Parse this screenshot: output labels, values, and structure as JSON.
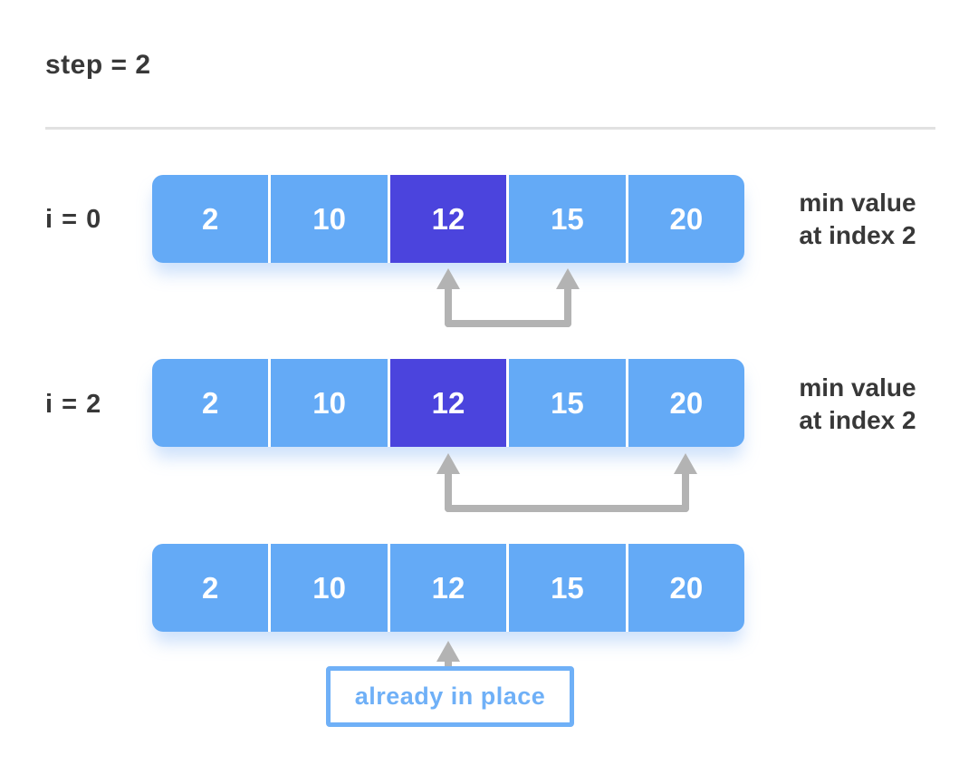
{
  "title": "step = 2",
  "colors": {
    "cell_blue": "#64aaf6",
    "cell_highlight": "#4b44dd",
    "arrow_gray": "#b3b3b3",
    "text_dark": "#383838",
    "note_blue": "#6fb0f7",
    "divider": "#e1e1e1"
  },
  "rows": [
    {
      "label": "i = 0",
      "cells": [
        {
          "value": "2",
          "highlight": false
        },
        {
          "value": "10",
          "highlight": false
        },
        {
          "value": "12",
          "highlight": true
        },
        {
          "value": "15",
          "highlight": false
        },
        {
          "value": "20",
          "highlight": false
        }
      ],
      "annotation_line1": "min value",
      "annotation_line2": "at index 2",
      "compare": {
        "from_index": 2,
        "to_index": 3
      }
    },
    {
      "label": "i = 2",
      "cells": [
        {
          "value": "2",
          "highlight": false
        },
        {
          "value": "10",
          "highlight": false
        },
        {
          "value": "12",
          "highlight": true
        },
        {
          "value": "15",
          "highlight": false
        },
        {
          "value": "20",
          "highlight": false
        }
      ],
      "annotation_line1": "min value",
      "annotation_line2": "at index 2",
      "compare": {
        "from_index": 2,
        "to_index": 4
      }
    },
    {
      "label": "",
      "cells": [
        {
          "value": "2",
          "highlight": false
        },
        {
          "value": "10",
          "highlight": false
        },
        {
          "value": "12",
          "highlight": false
        },
        {
          "value": "15",
          "highlight": false
        },
        {
          "value": "20",
          "highlight": false
        }
      ],
      "pointer_index": 2,
      "note": "already in place"
    }
  ]
}
